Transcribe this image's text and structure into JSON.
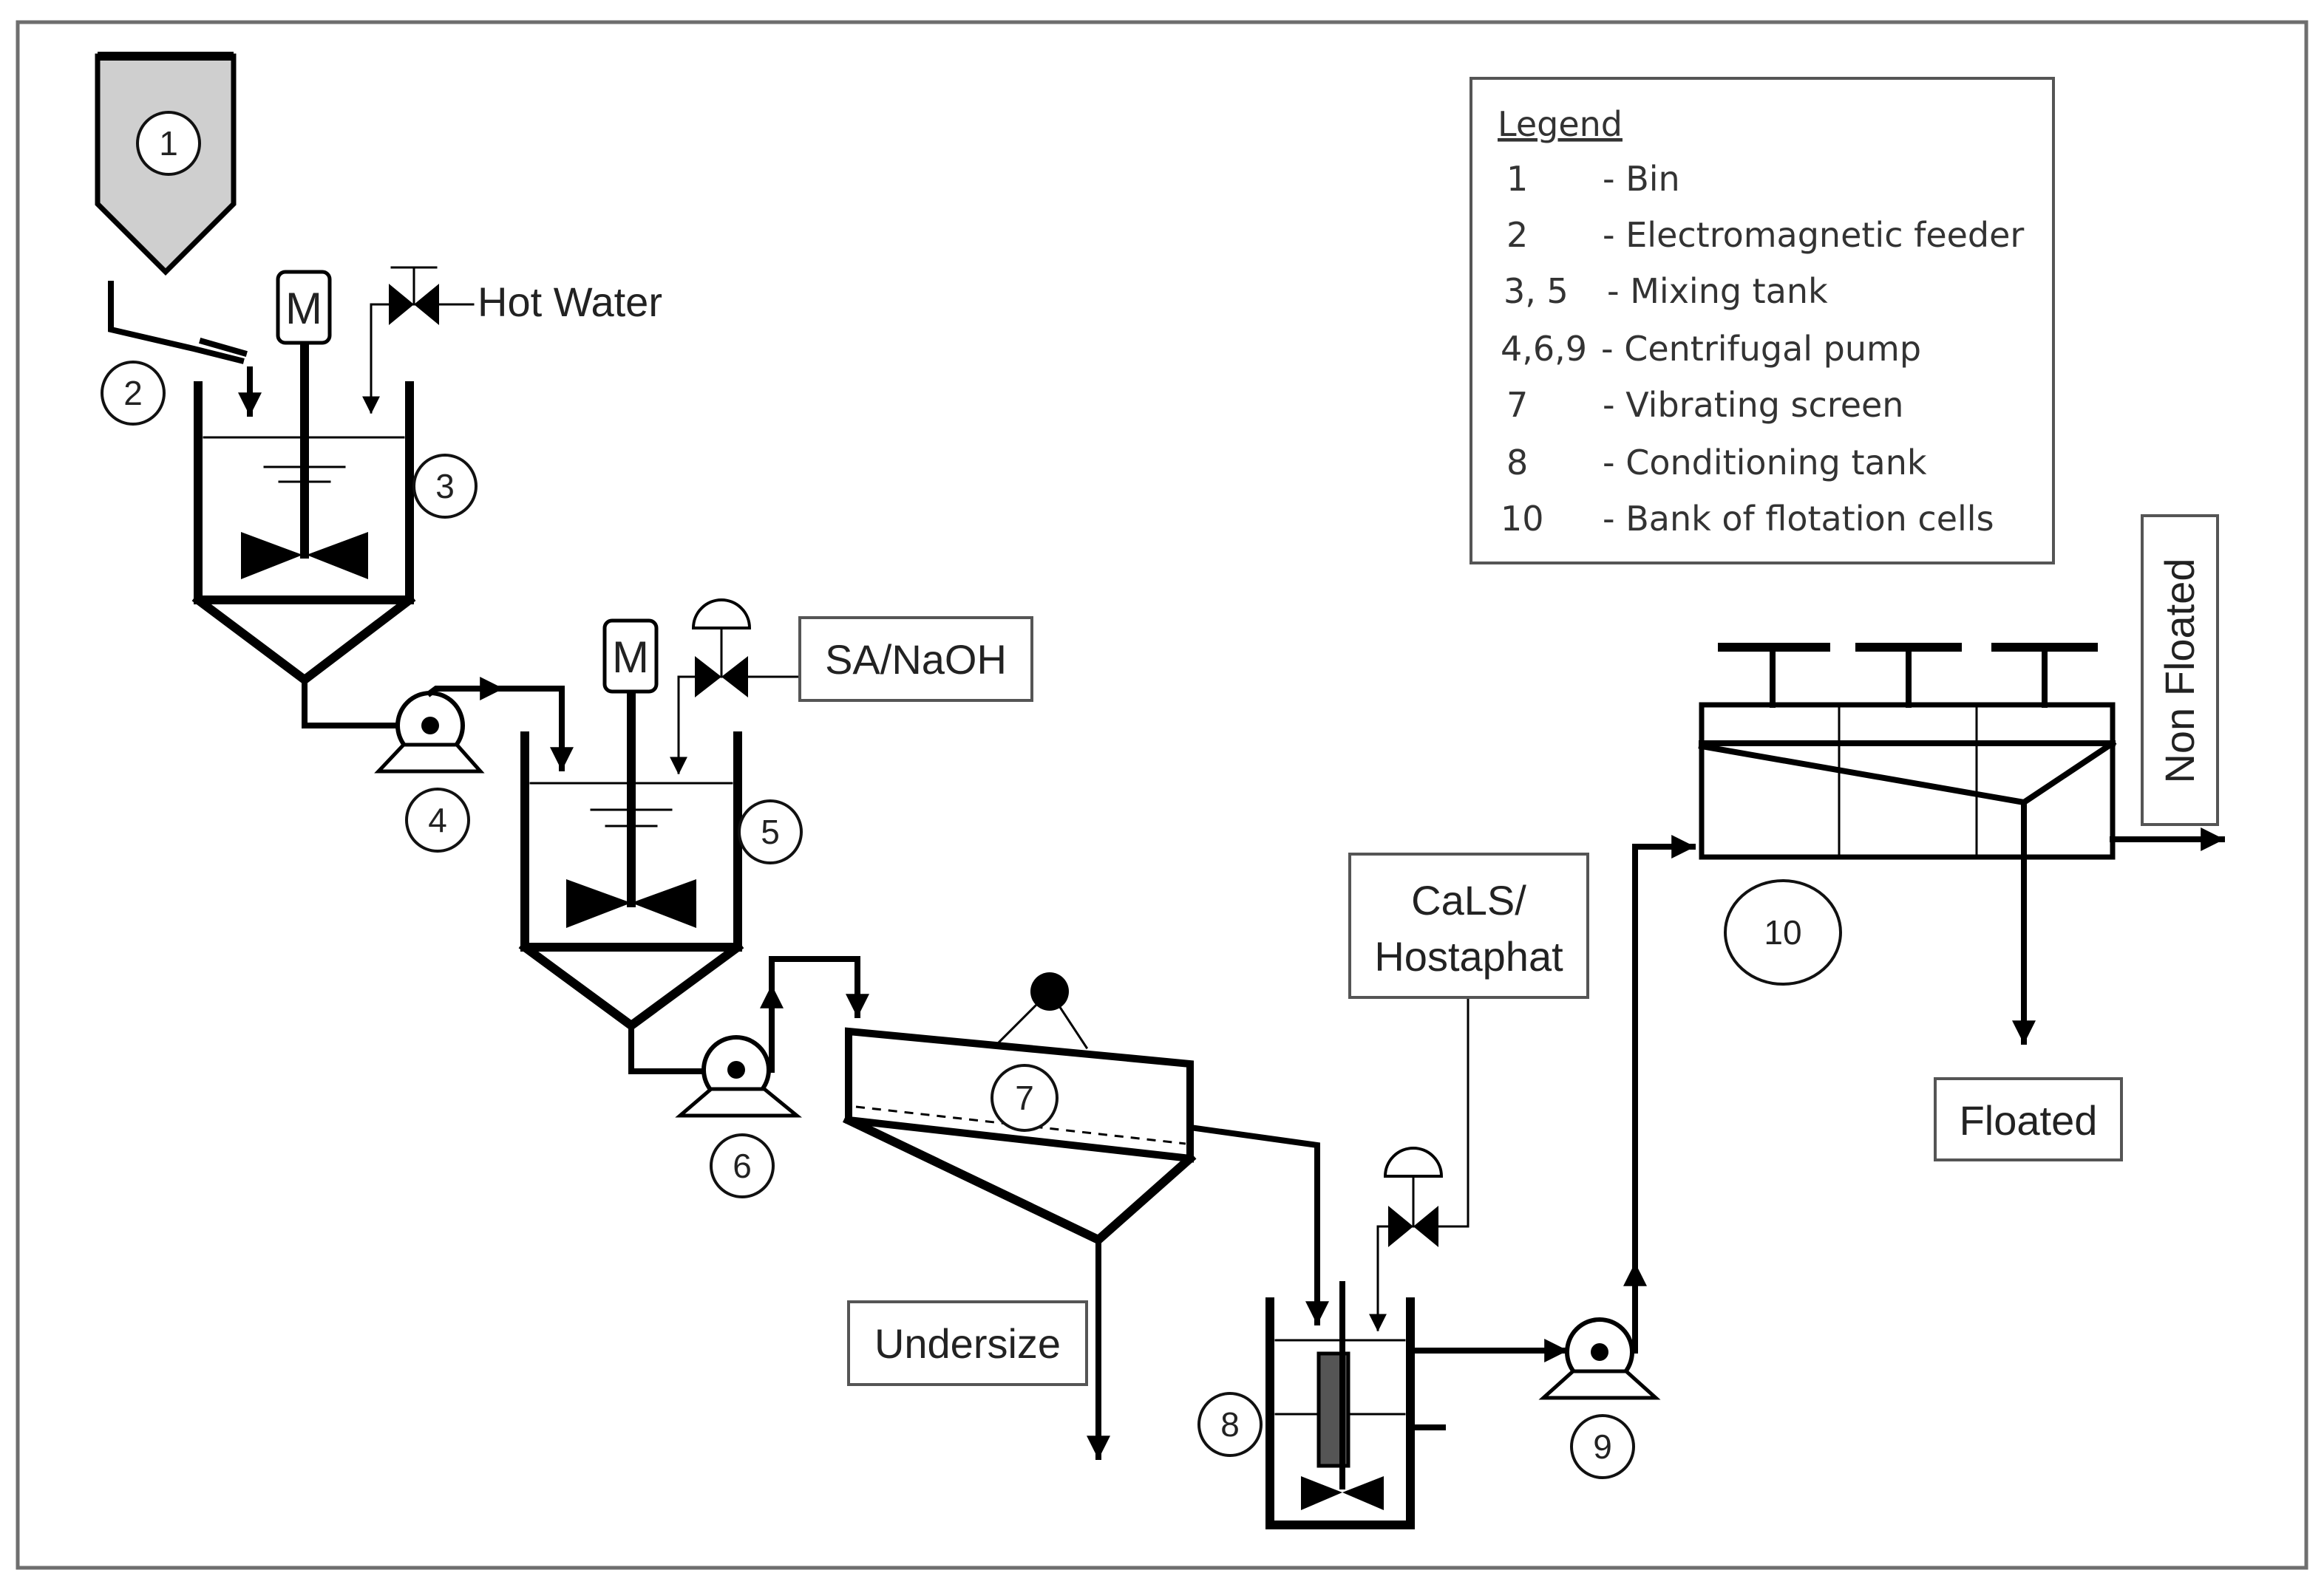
{
  "labels": {
    "hot_water": "Hot Water",
    "sa_naoh": "SA/NaOH",
    "cals_line1": "CaLS/",
    "cals_line2": "Hostaphat",
    "undersize": "Undersize",
    "floated": "Floated",
    "non_floated": "Non Floated",
    "motor": "M"
  },
  "numbers": {
    "n1": "1",
    "n2": "2",
    "n3": "3",
    "n4": "4",
    "n5": "5",
    "n6": "6",
    "n7": "7",
    "n8": "8",
    "n9": "9",
    "n10": "10"
  },
  "legend": {
    "title": "Legend",
    "items": [
      {
        "key": "1",
        "desc": "- Bin"
      },
      {
        "key": "2",
        "desc": "- Electromagnetic feeder"
      },
      {
        "key": "3, 5",
        "desc": "- Mixing tank"
      },
      {
        "key": "4,6,9",
        "desc": "- Centrifugal pump"
      },
      {
        "key": "7",
        "desc": "- Vibrating screen"
      },
      {
        "key": "8",
        "desc": "- Conditioning tank"
      },
      {
        "key": "10",
        "desc": "- Bank of flotation cells"
      }
    ]
  }
}
